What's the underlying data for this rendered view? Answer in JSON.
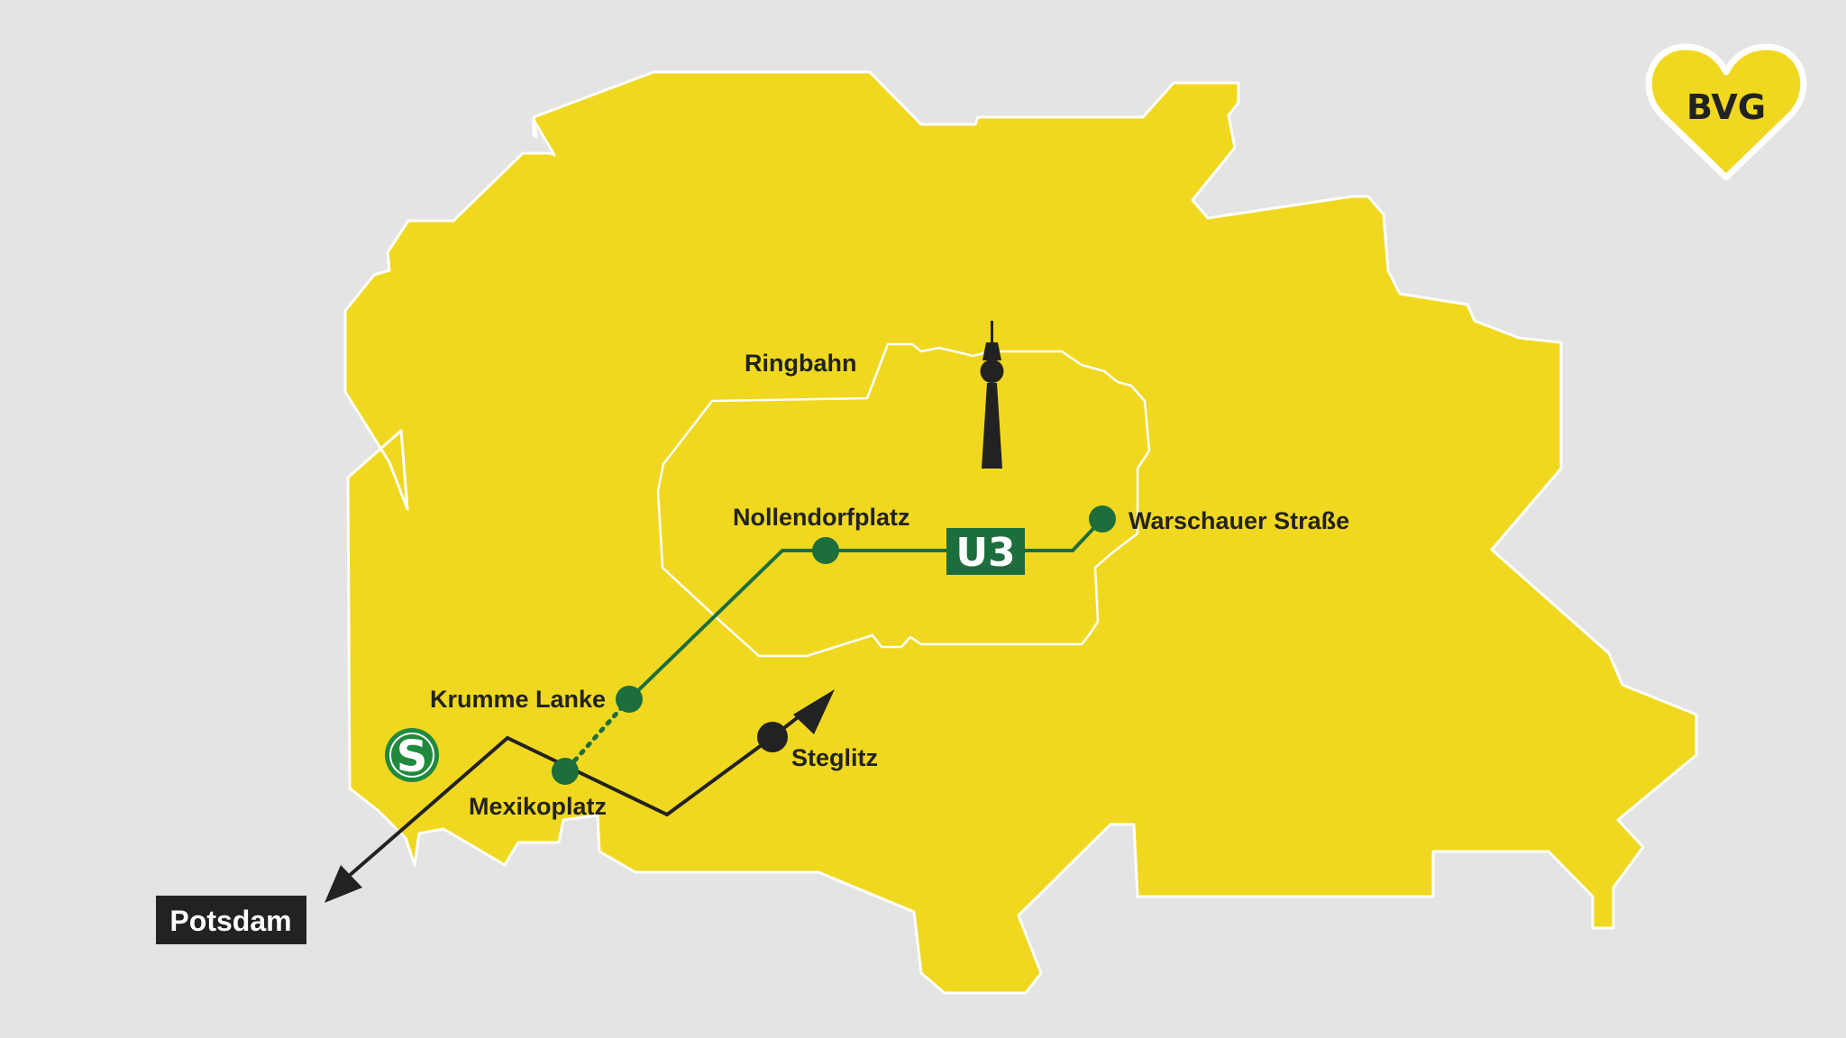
{
  "colors": {
    "background": "#e4e4e4",
    "berlin": "#f0d820",
    "u3_line": "#1c6e3c",
    "s_bahn": "#1f8a3c",
    "s_bahn_route": "#222222",
    "label": "#222222"
  },
  "labels": {
    "ringbahn": "Ringbahn",
    "nollendorfplatz": "Nollendorfplatz",
    "warschauer": "Warschauer Straße",
    "krumme_lanke": "Krumme Lanke",
    "mexikoplatz": "Mexikoplatz",
    "steglitz": "Steglitz",
    "potsdam": "Potsdam"
  },
  "badges": {
    "u3": "U3",
    "s": "S"
  },
  "logo": {
    "text": "BVG"
  },
  "icons": {
    "tower": "tv-tower-icon",
    "s_bahn": "s-bahn-icon",
    "logo": "bvg-heart-logo"
  }
}
